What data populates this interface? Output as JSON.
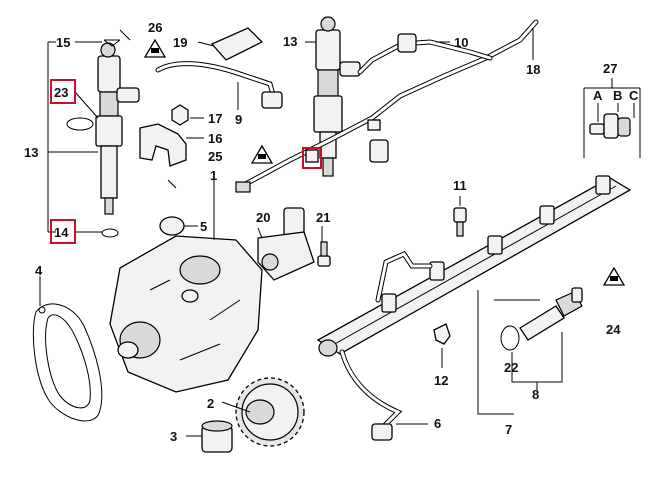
{
  "callouts": {
    "n1": "1",
    "n2": "2",
    "n3": "3",
    "n4": "4",
    "n5": "5",
    "n6": "6",
    "n7": "7",
    "n8": "8",
    "n9": "9",
    "n10": "10",
    "n11": "11",
    "n12": "12",
    "n13a": "13",
    "n13b": "13",
    "n14": "14",
    "n15": "15",
    "n16": "16",
    "n17": "17",
    "n18": "18",
    "n19": "19",
    "n20": "20",
    "n21": "21",
    "n22": "22",
    "n23": "23",
    "n24": "24",
    "n25": "25",
    "n26": "26",
    "n27": "27",
    "nA": "A",
    "nB": "B",
    "nC": "C"
  },
  "highlight_color": "#c8102e"
}
